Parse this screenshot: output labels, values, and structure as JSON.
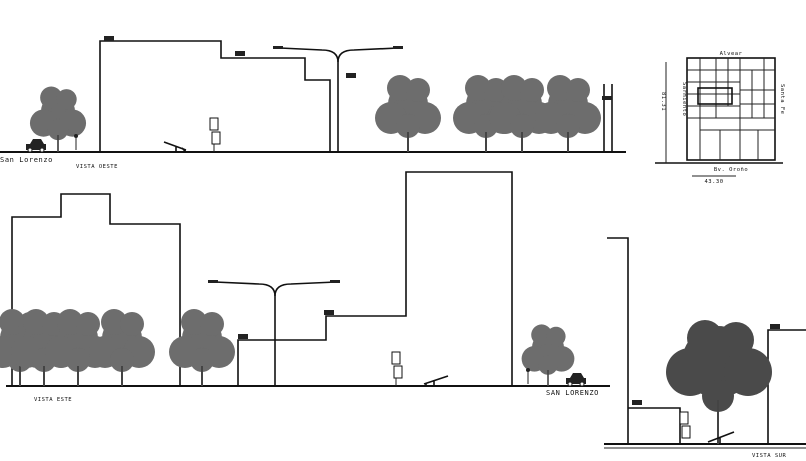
{
  "labels": {
    "north_street": "San Lorenzo",
    "north_view": "VISTA OESTE",
    "south_view": "VISTA ESTE",
    "south_street": "SAN LORENZO",
    "corner_view": "VISTA SUR"
  },
  "site_plan": {
    "top_street": "Alvear",
    "right_street": "Santa Fe",
    "bottom_street": "Bv. Oroño",
    "left_street": "Sarmiento",
    "left_dimension": "81.31",
    "bottom_dimension": "43.30"
  }
}
